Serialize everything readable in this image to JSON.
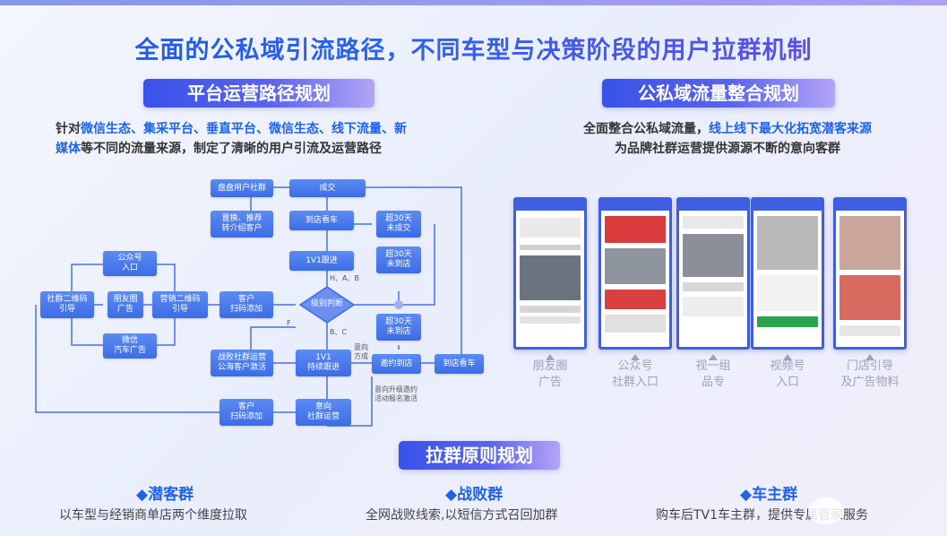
{
  "title": "全面的公私域引流路径，不同车型与决策阶段的用户拉群机制",
  "left_section": {
    "heading": "平台运营路径规划",
    "desc_line1_parts": [
      "针对",
      "微信生态、集采平台、垂直平台、微信生态、线下流量、新"
    ],
    "desc_line2_parts": [
      "媒体",
      "等不同的流量来源，制定了清晰的用户引流及运营路径"
    ]
  },
  "right_section": {
    "heading": "公私域流量整合规划",
    "desc_line1_parts": [
      "全面整合公私域流量，",
      "线上线下最大化拓宽潜客来源"
    ],
    "desc_line2": "为品牌社群运营提供源源不断的意向客群"
  },
  "flow": {
    "nodes": {
      "n1": "盘盘用户社群",
      "n2": "成交",
      "n3": "置换、推荐\n转介绍客户",
      "n4": "到店看车",
      "n5": "超30天\n未成交",
      "n6": "1V1跟进",
      "n7": "超30天\n未到店",
      "n8": "公众号\n入口",
      "n9": "社群二维码\n引导",
      "n10": "朋友圈\n广告",
      "n11": "营销二维码\n引导",
      "n12": "客户\n扫码添加",
      "n13": "级别判断",
      "n14": "超30天\n未到店",
      "n15": "微信\n汽车广告",
      "n16": "战败社群运营\n公海客户激活",
      "n17": "1V1\n持续跟进",
      "n18": "邀约到店",
      "n19": "到店看车",
      "n20": "客户\n扫码添加",
      "n21": "意向\n社群运营"
    },
    "labels": {
      "hab": "H、A、B",
      "bc": "B、C",
      "f": "F",
      "yx": "意向\n方成",
      "note": "意向升级邀约\n活动报名激活"
    }
  },
  "phones": [
    {
      "caption": "朋友圈\n广告"
    },
    {
      "caption": "公众号\n社群入口"
    },
    {
      "caption": "视一组\n品专"
    },
    {
      "caption": "视频号\n入口"
    },
    {
      "caption": "门店引导\n及广告物料"
    }
  ],
  "rules_heading": "拉群原则规划",
  "groups": [
    {
      "title": "◆潜客群",
      "desc": "以车型与经销商单店两个维度拉取"
    },
    {
      "title": "◆战败群",
      "desc": "全网战败线索,以短信方式召回加群"
    },
    {
      "title": "◆车主群",
      "desc": "购车后TV1车主群，提供专属管家服务"
    }
  ],
  "colors": {
    "accent": "#1f62ea",
    "node": "#3c6de6",
    "pill": "#3a52e8"
  }
}
